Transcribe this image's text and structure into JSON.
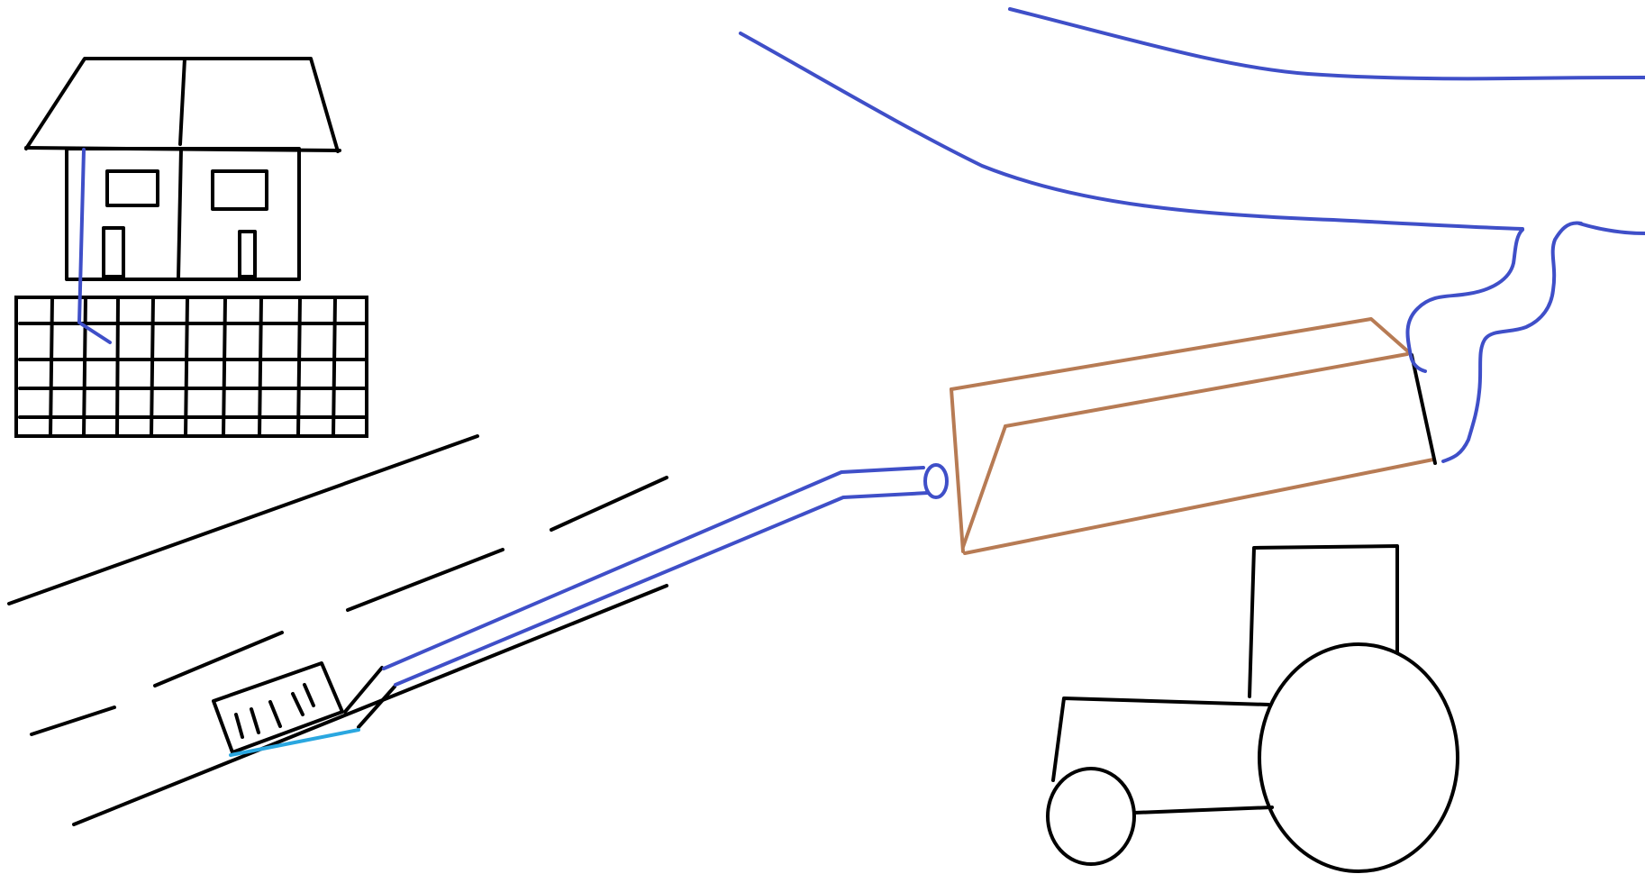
{
  "scene": {
    "elements": [
      "house",
      "house-drainpipe",
      "paving-grid",
      "road",
      "roadside-drain-grate",
      "drain-connection",
      "drain-pipe",
      "pipe-outlet",
      "settling-tank",
      "river",
      "stream-inflow",
      "tractor"
    ]
  },
  "colors": {
    "ink": "#000000",
    "water": "#3f4fc8",
    "tank": "#b77b54",
    "light_water": "#2aa7e0"
  }
}
